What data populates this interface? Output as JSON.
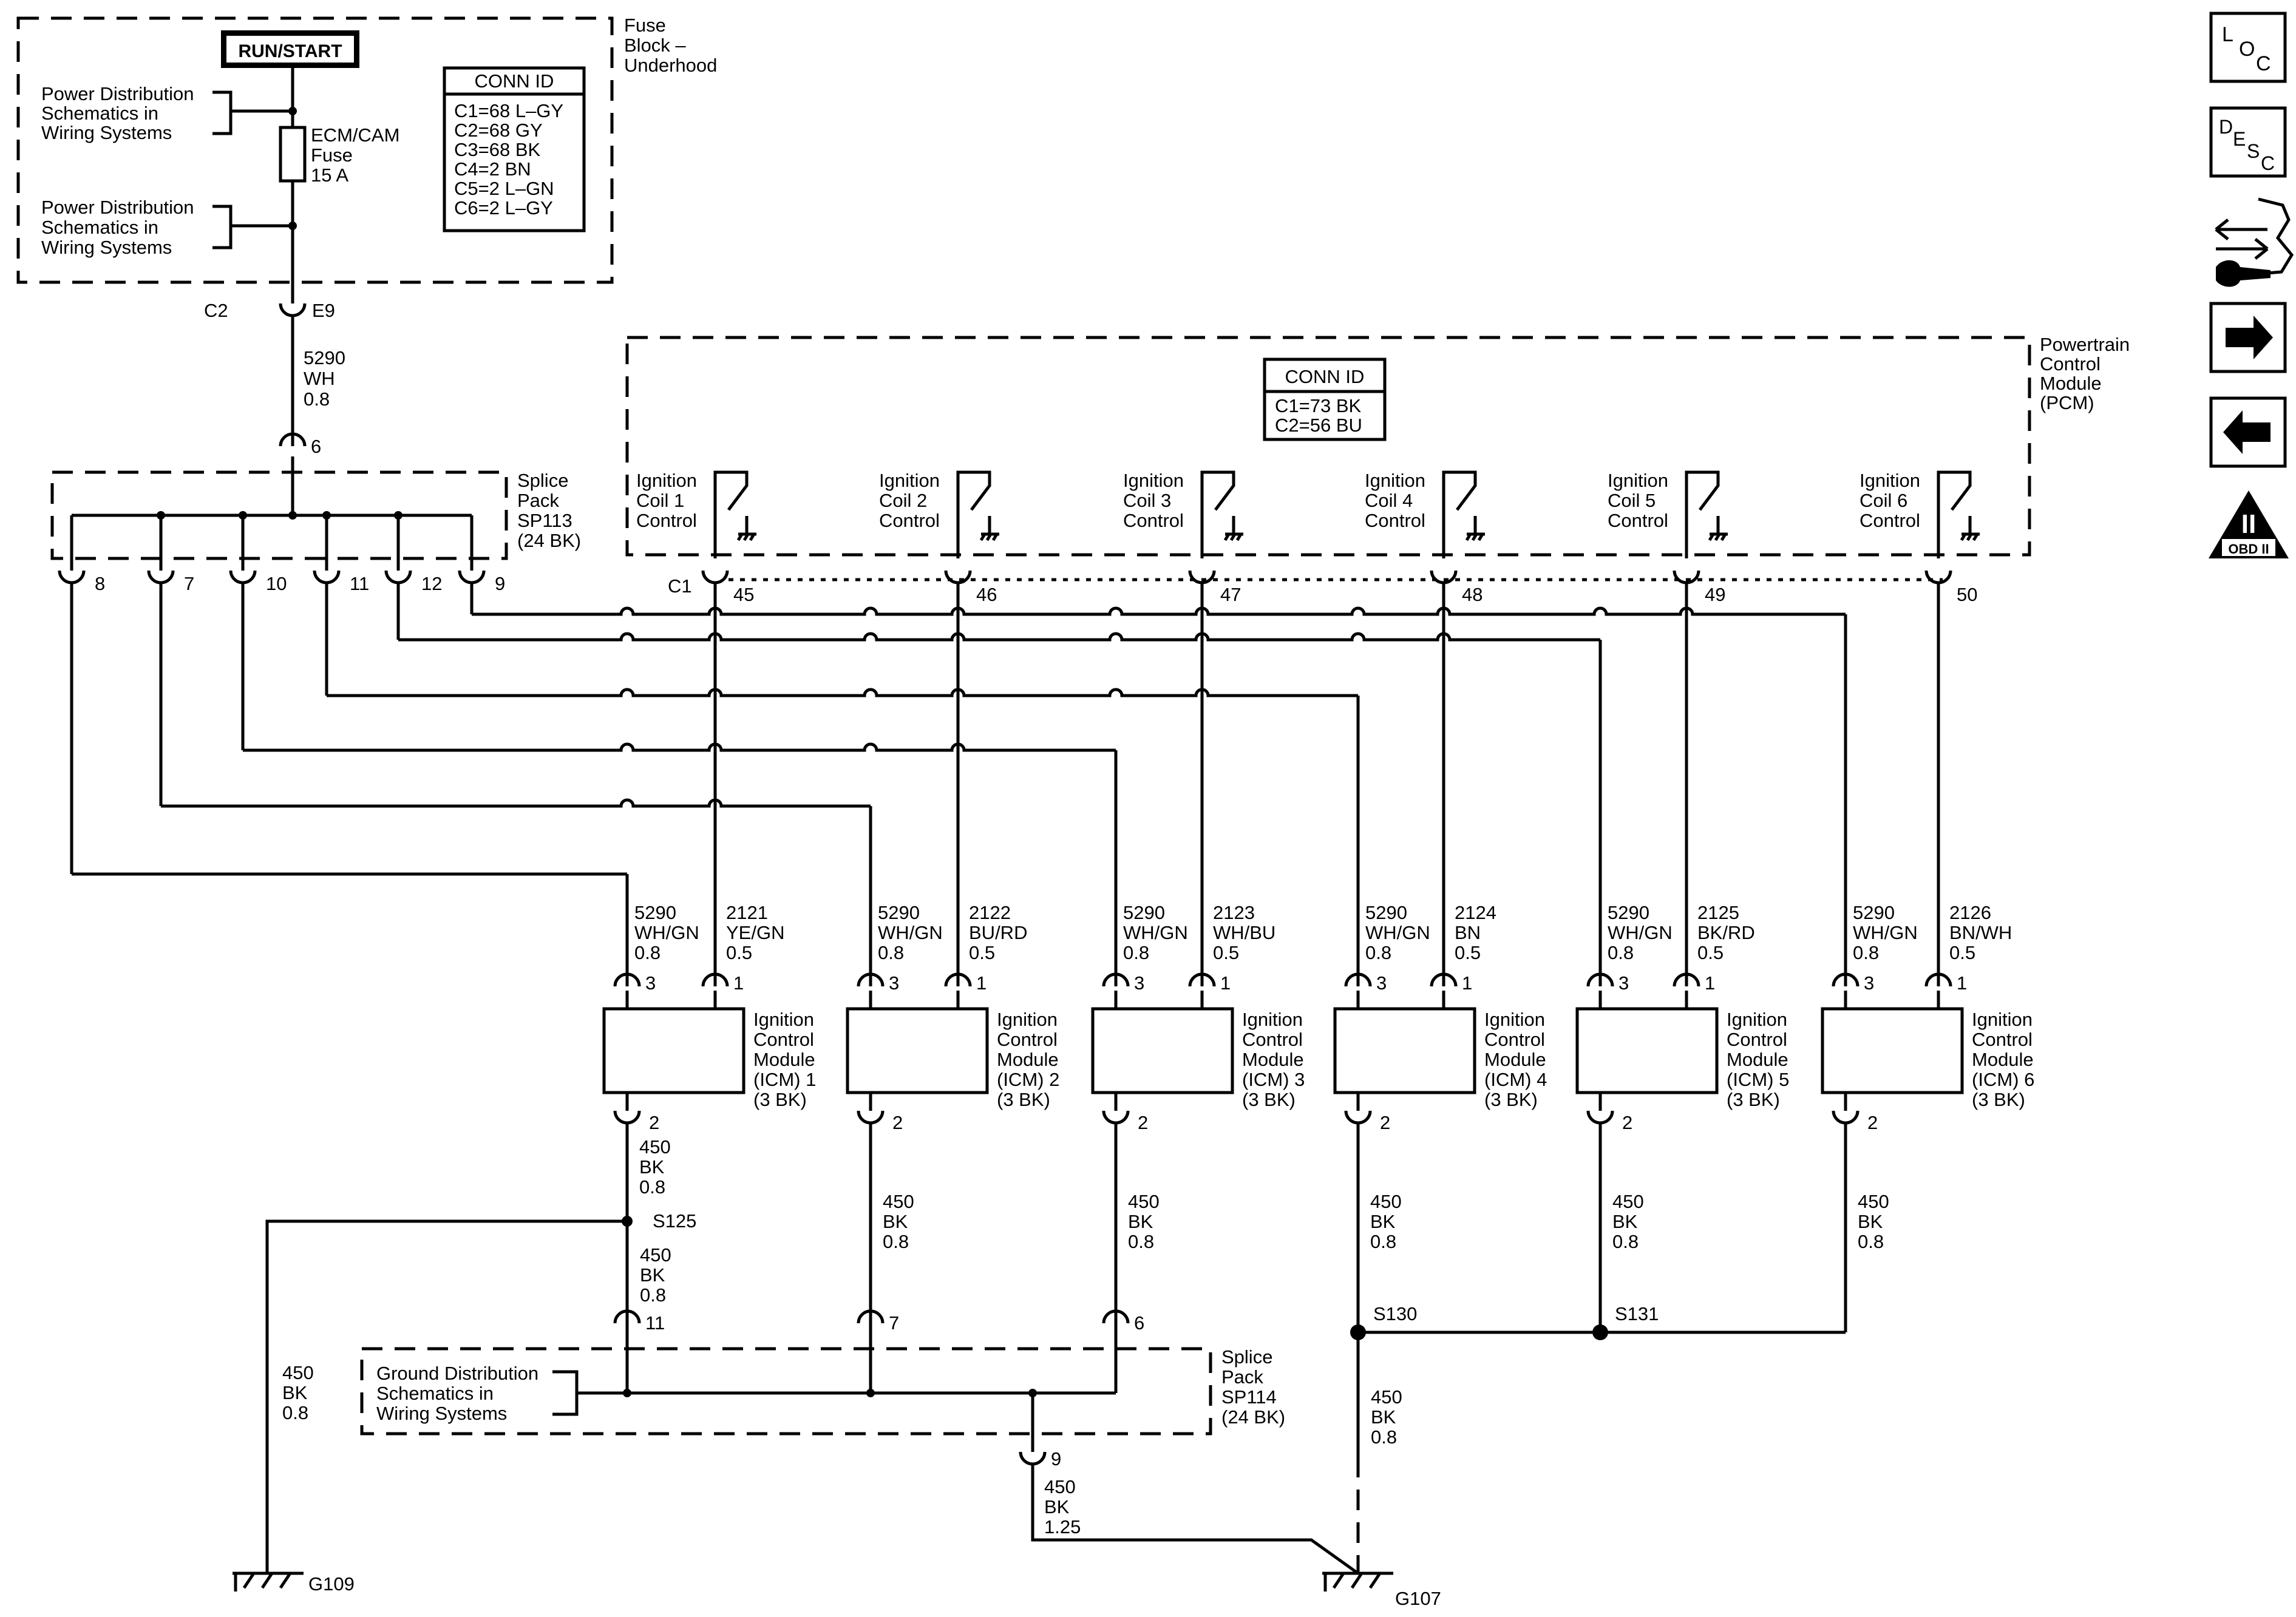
{
  "fuse_block": {
    "label": [
      "Fuse",
      "Block –",
      "Underhood"
    ],
    "run_start": "RUN/START",
    "power_dist_1": [
      "Power Distribution",
      "Schematics in",
      "Wiring Systems"
    ],
    "power_dist_2": [
      "Power Distribution",
      "Schematics in",
      "Wiring Systems"
    ],
    "fuse": [
      "ECM/CAM",
      "Fuse",
      "15 A"
    ],
    "conn_title": "CONN ID",
    "conn_rows": [
      "C1=68 L–GY",
      "C2=68 GY",
      "C3=68 BK",
      "C4=2 BN",
      "C5=2 L–GN",
      "C6=2 L–GY"
    ]
  },
  "fuse_output": {
    "conn": "C2",
    "pin": "E9",
    "wire": [
      "5290",
      "WH",
      "0.8"
    ]
  },
  "splice_113": {
    "label": [
      "Splice",
      "Pack",
      "SP113",
      "(24 BK)"
    ],
    "input_pin": "6",
    "pins": [
      "8",
      "7",
      "10",
      "11",
      "12",
      "9"
    ]
  },
  "pcm": {
    "label": [
      "Powertrain",
      "Control",
      "Module",
      "(PCM)"
    ],
    "conn_title": "CONN ID",
    "conn_rows": [
      "C1=73 BK",
      "C2=56 BU"
    ],
    "connector": "C1",
    "drivers": [
      {
        "label": [
          "Ignition",
          "Coil 1",
          "Control"
        ],
        "pin": "45"
      },
      {
        "label": [
          "Ignition",
          "Coil 2",
          "Control"
        ],
        "pin": "46"
      },
      {
        "label": [
          "Ignition",
          "Coil 3",
          "Control"
        ],
        "pin": "47"
      },
      {
        "label": [
          "Ignition",
          "Coil 4",
          "Control"
        ],
        "pin": "48"
      },
      {
        "label": [
          "Ignition",
          "Coil 5",
          "Control"
        ],
        "pin": "49"
      },
      {
        "label": [
          "Ignition",
          "Coil 6",
          "Control"
        ],
        "pin": "50"
      }
    ]
  },
  "icms": [
    {
      "feed_wire": [
        "5290",
        "WH/GN",
        "0.8"
      ],
      "signal_wire": [
        "2121",
        "YE/GN",
        "0.5"
      ],
      "pin_feed": "3",
      "pin_signal": "1",
      "pin_ground": "2",
      "label": [
        "Ignition",
        "Control",
        "Module",
        "(ICM) 1",
        "(3 BK)"
      ],
      "ground_wire": [
        "450",
        "BK",
        "0.8"
      ]
    },
    {
      "feed_wire": [
        "5290",
        "WH/GN",
        "0.8"
      ],
      "signal_wire": [
        "2122",
        "BU/RD",
        "0.5"
      ],
      "pin_feed": "3",
      "pin_signal": "1",
      "pin_ground": "2",
      "label": [
        "Ignition",
        "Control",
        "Module",
        "(ICM) 2",
        "(3 BK)"
      ],
      "ground_wire": [
        "450",
        "BK",
        "0.8"
      ]
    },
    {
      "feed_wire": [
        "5290",
        "WH/GN",
        "0.8"
      ],
      "signal_wire": [
        "2123",
        "WH/BU",
        "0.5"
      ],
      "pin_feed": "3",
      "pin_signal": "1",
      "pin_ground": "2",
      "label": [
        "Ignition",
        "Control",
        "Module",
        "(ICM) 3",
        "(3 BK)"
      ],
      "ground_wire": [
        "450",
        "BK",
        "0.8"
      ]
    },
    {
      "feed_wire": [
        "5290",
        "WH/GN",
        "0.8"
      ],
      "signal_wire": [
        "2124",
        "BN",
        "0.5"
      ],
      "pin_feed": "3",
      "pin_signal": "1",
      "pin_ground": "2",
      "label": [
        "Ignition",
        "Control",
        "Module",
        "(ICM) 4",
        "(3 BK)"
      ],
      "ground_wire": [
        "450",
        "BK",
        "0.8"
      ]
    },
    {
      "feed_wire": [
        "5290",
        "WH/GN",
        "0.8"
      ],
      "signal_wire": [
        "2125",
        "BK/RD",
        "0.5"
      ],
      "pin_feed": "3",
      "pin_signal": "1",
      "pin_ground": "2",
      "label": [
        "Ignition",
        "Control",
        "Module",
        "(ICM) 5",
        "(3 BK)"
      ],
      "ground_wire": [
        "450",
        "BK",
        "0.8"
      ]
    },
    {
      "feed_wire": [
        "5290",
        "WH/GN",
        "0.8"
      ],
      "signal_wire": [
        "2126",
        "BN/WH",
        "0.5"
      ],
      "pin_feed": "3",
      "pin_signal": "1",
      "pin_ground": "2",
      "label": [
        "Ignition",
        "Control",
        "Module",
        "(ICM) 6",
        "(3 BK)"
      ],
      "ground_wire": [
        "450",
        "BK",
        "0.8"
      ]
    }
  ],
  "ground": {
    "s125": "S125",
    "s125_lower_wire": [
      "450",
      "BK",
      "0.8"
    ],
    "g109_wire": [
      "450",
      "BK",
      "0.8"
    ],
    "g109": "G109",
    "splice_114_label": [
      "Splice",
      "Pack",
      "SP114",
      "(24 BK)"
    ],
    "sp114_pins": [
      "11",
      "7",
      "6"
    ],
    "ground_dist": [
      "Ground Distribution",
      "Schematics in",
      "Wiring Systems"
    ],
    "sp114_out_pin": "9",
    "sp114_out_wire": [
      "450",
      "BK",
      "1.25"
    ],
    "s130": "S130",
    "s131": "S131",
    "s130_wire": [
      "450",
      "BK",
      "0.8"
    ],
    "g107": "G107"
  },
  "sidebar": {
    "loc": [
      "L",
      "O",
      "C"
    ],
    "desc": [
      "D",
      "E",
      "S",
      "C"
    ],
    "obd": "OBD II",
    "obd_roman": "II",
    "icons": [
      "location-icon",
      "description-icon",
      "connector-tools-icon",
      "next-arrow-icon",
      "previous-arrow-icon",
      "obd-ii-icon"
    ]
  }
}
